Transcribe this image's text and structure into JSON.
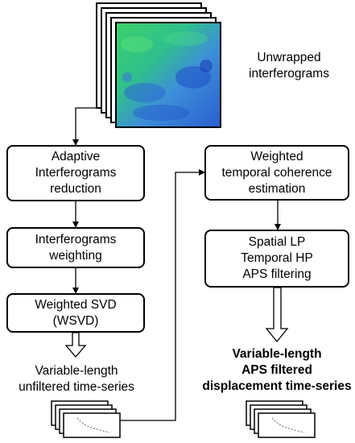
{
  "stack_label": [
    "Unwrapped",
    "interferograms"
  ],
  "boxes": {
    "adaptive": [
      "Adaptive",
      "Interferograms",
      "reduction"
    ],
    "weighting": [
      "Interferograms",
      "weighting"
    ],
    "wsvd": [
      "Weighted SVD",
      "(WSVD)"
    ],
    "coherence": [
      "Weighted",
      "temporal coherence",
      "estimation"
    ],
    "aps": [
      "Spatial LP",
      "Temporal HP",
      "APS filtering"
    ]
  },
  "outputs": {
    "unfiltered": [
      "Variable-length",
      "unfiltered time-series"
    ],
    "filtered": [
      "Variable-length",
      "APS filtered",
      "displacement time-series"
    ]
  }
}
